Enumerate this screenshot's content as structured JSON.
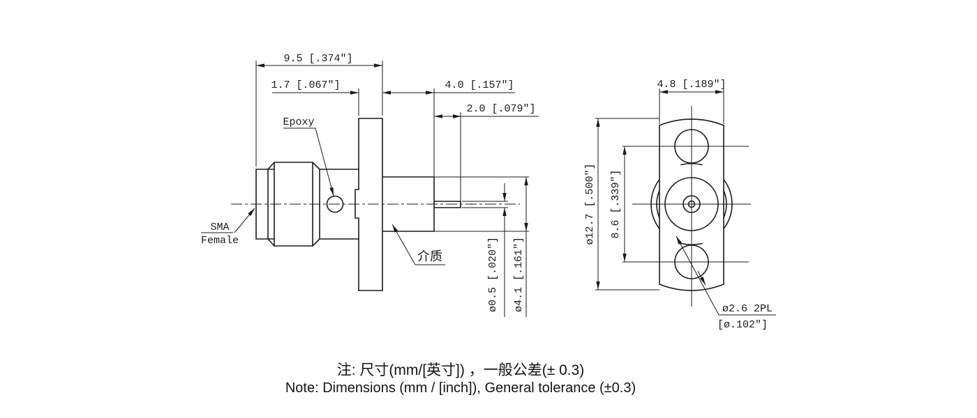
{
  "colors": {
    "line": "#1a1a1a",
    "background": "#ffffff",
    "note_text": "#141414"
  },
  "side_view": {
    "labels": {
      "epoxy": "Epoxy",
      "sma_line1": "SMA",
      "sma_line2": "Female",
      "dielectric_zh": "介质"
    },
    "dims": {
      "overall_length": "9.5 [.374″]",
      "flange_thickness": "1.7 [.067″]",
      "dielectric_length": "4.0 [.157″]",
      "pin_length": "2.0 [.079″]",
      "pin_diameter": "ø0.5 [.020″]",
      "dielectric_diameter": "ø4.1 [.161″]"
    }
  },
  "front_view": {
    "dims": {
      "flange_width": "4.8 [.189″]",
      "flange_diameter": "ø12.7 [.500″]",
      "hole_pitch": "8.6 [.339″]",
      "hole_diameter": "ø2.6 2PL",
      "hole_diameter_inch": "[ø.102″]"
    }
  },
  "notes": {
    "zh": "注: 尺寸(mm/[英寸]) ，一般公差(± 0.3)",
    "en": "Note: Dimensions (mm / [inch]), General tolerance (±0.3)"
  }
}
